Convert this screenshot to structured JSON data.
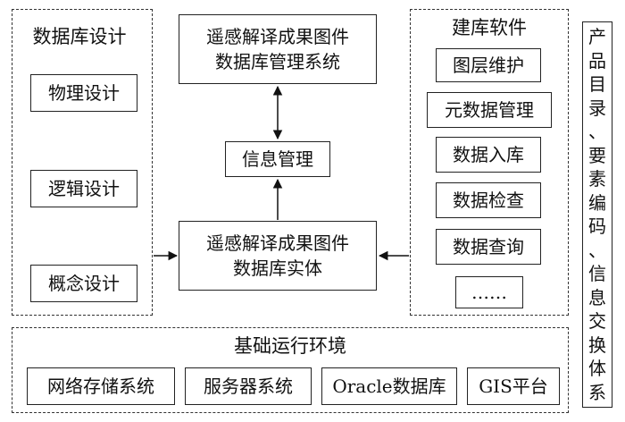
{
  "left_group": {
    "title": "数据库设计",
    "items": [
      "物理设计",
      "逻辑设计",
      "概念设计"
    ]
  },
  "center": {
    "system_line1": "遥感解译成果图件",
    "system_line2": "数据库管理系统",
    "info": "信息管理",
    "entity_line1": "遥感解译成果图件",
    "entity_line2": "数据库实体"
  },
  "right_group": {
    "title": "建库软件",
    "items": [
      "图层维护",
      "元数据管理",
      "数据入库",
      "数据检查",
      "数据查询",
      "……"
    ]
  },
  "side_panel": {
    "chars": [
      "产",
      "品",
      "目",
      "录",
      "、",
      "要",
      "素",
      "编",
      "码",
      "、",
      "信",
      "息",
      "交",
      "换",
      "体",
      "系"
    ]
  },
  "bottom_group": {
    "title": "基础运行环境",
    "items": [
      "网络存储系统",
      "服务器系统",
      "Oracle数据库",
      "GIS平台"
    ]
  }
}
